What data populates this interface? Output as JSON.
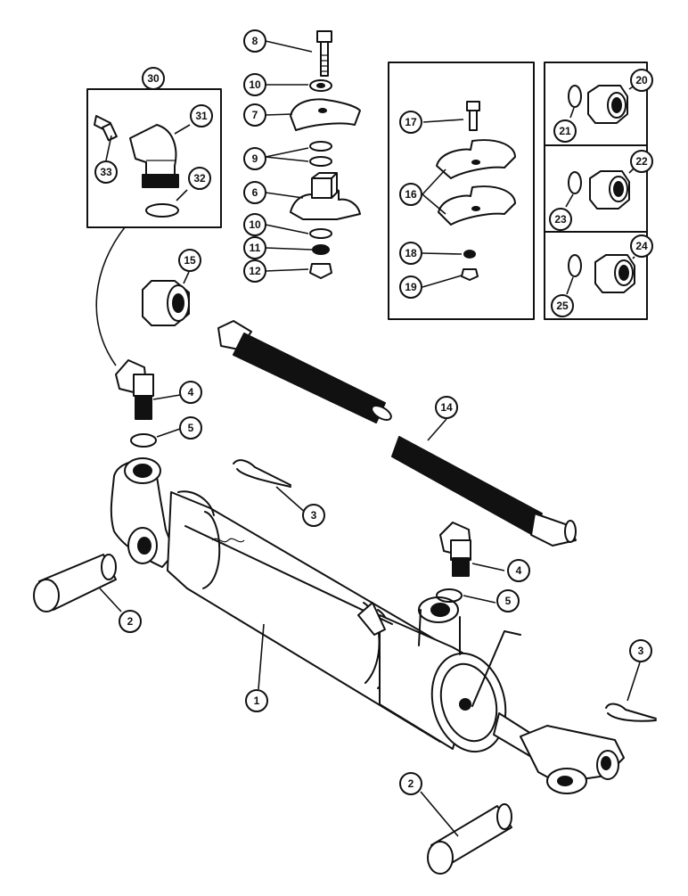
{
  "diagram": {
    "callouts": [
      {
        "id": "c1",
        "label": "1"
      },
      {
        "id": "c2a",
        "label": "2"
      },
      {
        "id": "c2b",
        "label": "2"
      },
      {
        "id": "c3a",
        "label": "3"
      },
      {
        "id": "c3b",
        "label": "3"
      },
      {
        "id": "c4a",
        "label": "4"
      },
      {
        "id": "c4b",
        "label": "4"
      },
      {
        "id": "c5a",
        "label": "5"
      },
      {
        "id": "c5b",
        "label": "5"
      },
      {
        "id": "c6",
        "label": "6"
      },
      {
        "id": "c7",
        "label": "7"
      },
      {
        "id": "c8",
        "label": "8"
      },
      {
        "id": "c9",
        "label": "9"
      },
      {
        "id": "c10a",
        "label": "10"
      },
      {
        "id": "c10b",
        "label": "10"
      },
      {
        "id": "c11",
        "label": "11"
      },
      {
        "id": "c12",
        "label": "12"
      },
      {
        "id": "c14",
        "label": "14"
      },
      {
        "id": "c15",
        "label": "15"
      },
      {
        "id": "c16",
        "label": "16"
      },
      {
        "id": "c17",
        "label": "17"
      },
      {
        "id": "c18",
        "label": "18"
      },
      {
        "id": "c19",
        "label": "19"
      },
      {
        "id": "c20",
        "label": "20"
      },
      {
        "id": "c21",
        "label": "21"
      },
      {
        "id": "c22",
        "label": "22"
      },
      {
        "id": "c23",
        "label": "23"
      },
      {
        "id": "c24",
        "label": "24"
      },
      {
        "id": "c25",
        "label": "25"
      },
      {
        "id": "c30",
        "label": "30"
      },
      {
        "id": "c31",
        "label": "31"
      },
      {
        "id": "c32",
        "label": "32"
      },
      {
        "id": "c33",
        "label": "33"
      }
    ]
  }
}
